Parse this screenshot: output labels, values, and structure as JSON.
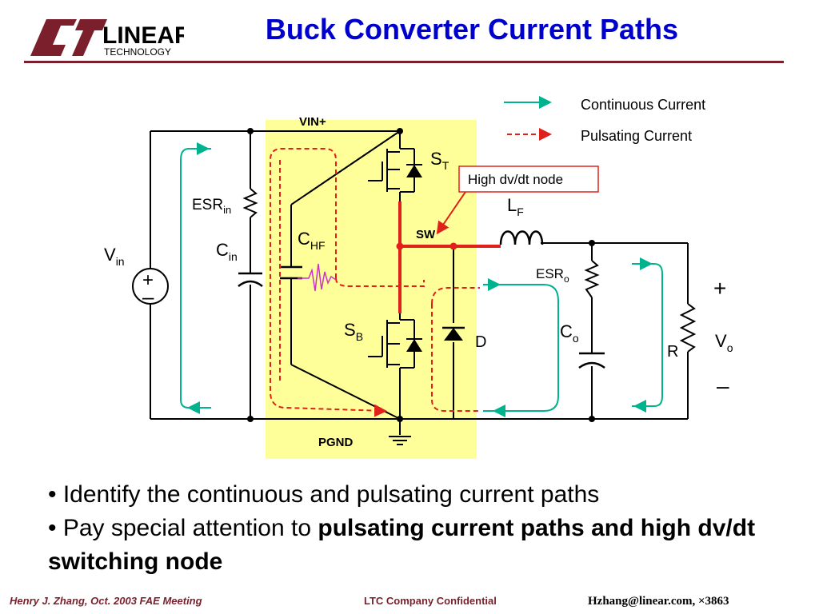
{
  "logo": {
    "main": "LINEAR",
    "sub": "TECHNOLOGY"
  },
  "title": "Buck Converter Current Paths",
  "legend": {
    "continuous": "Continuous Current",
    "pulsating": "Pulsating Current"
  },
  "callout": "High dv/dt node",
  "labels": {
    "vin_plus": "VIN+",
    "pgnd": "PGND",
    "sw": "SW",
    "esr_in": "ESR",
    "esr_in_sub": "in",
    "c_in": "C",
    "c_in_sub": "in",
    "v_in": "V",
    "v_in_sub": "in",
    "c_hf": "C",
    "c_hf_sub": "HF",
    "s_t": "S",
    "s_t_sub": "T",
    "s_b": "S",
    "s_b_sub": "B",
    "d": "D",
    "l_f": "L",
    "l_f_sub": "F",
    "esr_o": "ESR",
    "esr_o_sub": "o",
    "c_o": "C",
    "c_o_sub": "o",
    "r": "R",
    "v_o": "V",
    "v_o_sub": "o",
    "plus": "+",
    "minus": "–"
  },
  "bullets": {
    "b1": "• Identify the continuous and pulsating current paths",
    "b2_plain": "• Pay special attention to ",
    "b2_bold": "pulsating current paths and high dv/dt switching node"
  },
  "footer": {
    "left": "Henry J. Zhang, Oct. 2003 FAE Meeting",
    "center": "LTC Company Confidential",
    "right": "Hzhang@linear.com, ×3863"
  },
  "colors": {
    "title": "#0000cc",
    "continuous": "#00b38f",
    "pulsating": "#e0201b",
    "highlight": "#ffff99",
    "brand": "#7a1f2b"
  }
}
